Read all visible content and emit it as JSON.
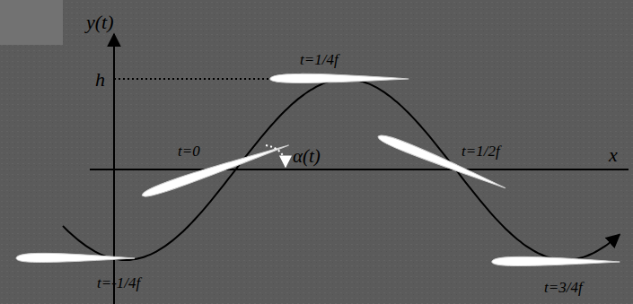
{
  "diagram": {
    "labels": [
      "y(t)",
      "h",
      "t=1/4f",
      "t=0",
      "α(t)",
      "t=1/2f",
      "x",
      "t=-1/4f",
      "t=3/4f"
    ]
  }
}
